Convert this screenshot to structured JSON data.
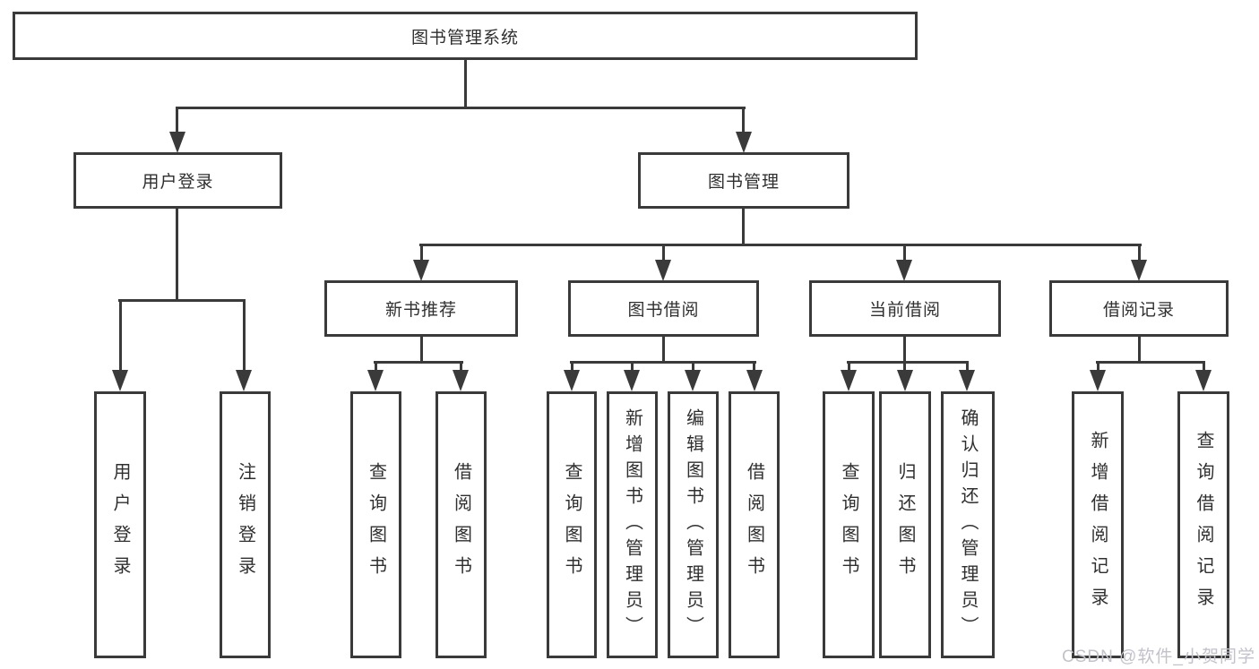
{
  "diagram": {
    "root": {
      "label": "图书管理系统"
    },
    "level1": [
      {
        "label": "用户登录"
      },
      {
        "label": "图书管理"
      }
    ],
    "level2": [
      {
        "label": "新书推荐"
      },
      {
        "label": "图书借阅"
      },
      {
        "label": "当前借阅"
      },
      {
        "label": "借阅记录"
      }
    ],
    "leaves": {
      "login": [
        {
          "label": "用户登录"
        },
        {
          "label": "注销登录"
        }
      ],
      "recommend": [
        {
          "label": "查询图书"
        },
        {
          "label": "借阅图书"
        }
      ],
      "borrow": [
        {
          "label": "查询图书"
        },
        {
          "label": "新增图书（管理员）"
        },
        {
          "label": "编辑图书（管理员）"
        },
        {
          "label": "借阅图书"
        }
      ],
      "current": [
        {
          "label": "查询图书"
        },
        {
          "label": "归还图书"
        },
        {
          "label": "确认归还（管理员）"
        }
      ],
      "records": [
        {
          "label": "新增借阅记录"
        },
        {
          "label": "查询借阅记录"
        }
      ]
    }
  },
  "watermark": {
    "text": "CSDN @软件_小贺同学"
  },
  "colors": {
    "line": "#3a3a3a",
    "text": "#2f2f2f",
    "watermark": "#c2c2cb",
    "background": "#ffffff"
  }
}
